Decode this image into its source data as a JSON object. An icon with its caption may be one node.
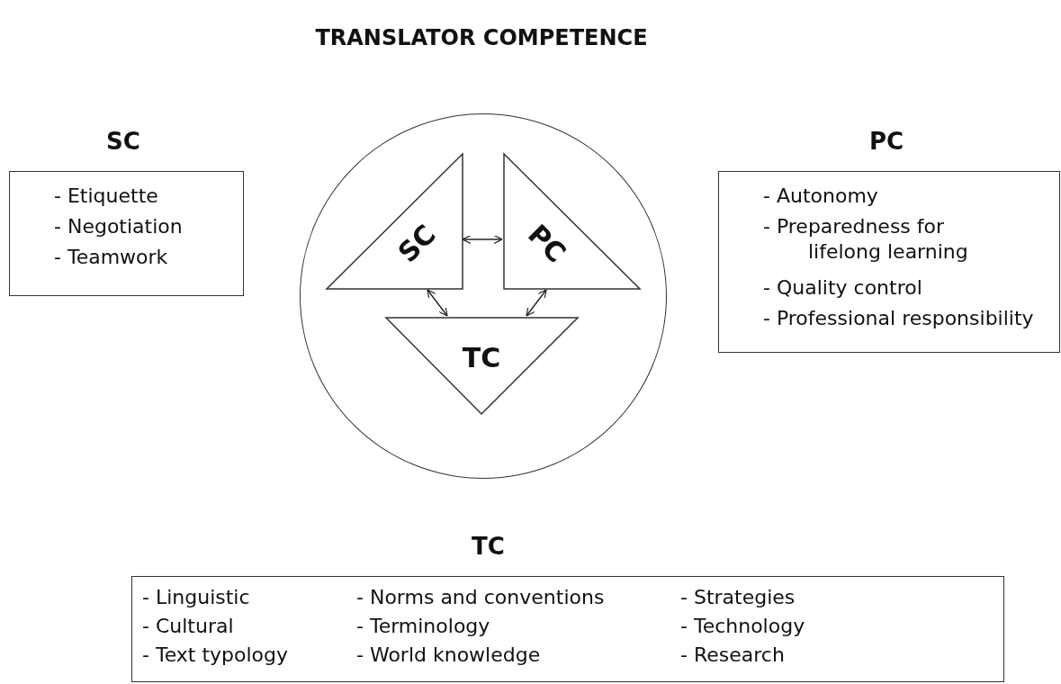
{
  "diagram": {
    "title": "TRANSLATOR COMPETENCE",
    "nodes": [
      {
        "text": [
          "SC",
          "- Etiquette",
          "- Negotiation",
          "- Teamwork"
        ]
      },
      {
        "text": [
          "PC",
          "- Autonomy",
          "- Preparedness for lifelong learning",
          "- Quality control",
          "- Professional responsibility"
        ]
      },
      {
        "text": [],
        "shape": "circle"
      },
      {
        "text": [
          "SC"
        ],
        "in": 2
      },
      {
        "text": [
          "PC"
        ],
        "in": 2
      },
      {
        "text": [
          "TC"
        ],
        "in": 2
      },
      {
        "text": [
          "TC",
          "- Linguistic",
          "- Cultural",
          "- Text typology",
          "- Norms and conventions",
          "- Terminology",
          "- World knowledge",
          "- Strategies",
          "- Technology",
          "- Research"
        ]
      }
    ],
    "edges": [
      {
        "from": 3,
        "to": 4,
        "arrow": "both"
      },
      {
        "from": 3,
        "to": 5,
        "arrow": "both"
      },
      {
        "from": 4,
        "to": 5,
        "arrow": "both"
      }
    ]
  }
}
